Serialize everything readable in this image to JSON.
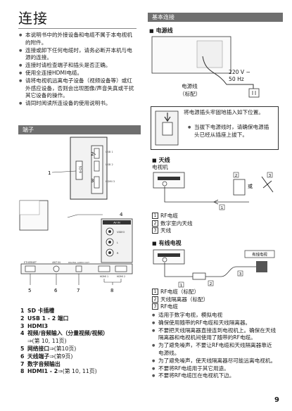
{
  "title": "连接",
  "notes": [
    "本说明书中的外接设备和电缆不属于本电视机的附件。",
    "连接或卸下任何电缆时，请务必断开本机与电源的连接。",
    "连接时请检查端子和插头是否正确。",
    "使用全连接HDMI电缆。",
    "请将电视机远离电子设备（视频设备等）或红外感应设备，否则会出现图像/声音失真或干扰其它设备的操作。",
    "请同时阅读所连设备的使用说明书。"
  ],
  "terminals_header": "端子",
  "terminal_diagram": {
    "callouts": [
      "1",
      "2",
      "3",
      "4",
      "5",
      "6",
      "7",
      "8"
    ],
    "sd_label": "SD卡",
    "usb1": "USB 1",
    "usb2": "USB 2",
    "hdmi3": "HDMI 3",
    "av_in": "AV IN",
    "video": "VIDEO",
    "audio_l": "L",
    "audio_r": "R",
    "ethernet": "ETHERNET",
    "antenna": "ANT IN",
    "digital_audio_out": "DIGITAL AUDIO OUT",
    "hdmi1": "HDMI 1",
    "hdmi2": "HDMI 2"
  },
  "ports": [
    {
      "n": "1",
      "label": "SD 卡插槽",
      "ref": ""
    },
    {
      "n": "2",
      "label": "USB 1 - 2 端口",
      "ref": ""
    },
    {
      "n": "3",
      "label": "HDMI3",
      "ref": ""
    },
    {
      "n": "4",
      "label": "视频/音频输入（分量视频/视频）",
      "ref": "⇒(第 10, 11页)"
    },
    {
      "n": "5",
      "label": "网络接口",
      "ref": "⇒(第10页)"
    },
    {
      "n": "6",
      "label": "天线端子",
      "ref": "⇒(第9页)"
    },
    {
      "n": "7",
      "label": "数字音频输出",
      "ref": ""
    },
    {
      "n": "8",
      "label": "HDMI1 - 2",
      "ref": "⇒(第 10, 11页)"
    }
  ],
  "basic_header": "基本连接",
  "power": {
    "heading": "电源线",
    "voltage": "220 V ~",
    "freq": "50 Hz",
    "cord_label": "电源线",
    "cord_sub": "（标配）",
    "callout_main": "将电源插头牢固地插入如下位置。",
    "callout_note": "当拔下电源线时，请确保电源插头已经从插座上拔下。"
  },
  "antenna": {
    "heading": "天线",
    "tv_label": "电视机",
    "or": "或",
    "legend": [
      {
        "n": "1",
        "text": "RF电缆"
      },
      {
        "n": "2",
        "text": "数字室内天线"
      },
      {
        "n": "3",
        "text": "天线"
      }
    ]
  },
  "cable": {
    "heading": "有线电视",
    "box_label": "有线电视",
    "legend": [
      {
        "n": "1",
        "text": "RF电缆（标配）"
      },
      {
        "n": "2",
        "text": "天线隔离器（标配）"
      },
      {
        "n": "3",
        "text": "RF电缆"
      }
    ],
    "notes": [
      "适用于数字电视，模拟电视",
      "确保使用随带的RF电缆和天线隔离器。",
      "不要把天线隔离器直接连到电视机上。确保在天线隔离器和电视机间使用了随带的RF电缆。",
      "为了避免噪声，不要让RF电缆和天线隔离器靠近电源线。",
      "为了避免噪声，使天线隔离器尽可能远离电视机。",
      "不要将RF电缆用于其它用途。",
      "不要将RF电缆压在电视机下边。"
    ]
  },
  "page_number": "9",
  "colors": {
    "header_bar": "#6f6f6f",
    "text": "#1a1a1a",
    "line": "#333333"
  }
}
